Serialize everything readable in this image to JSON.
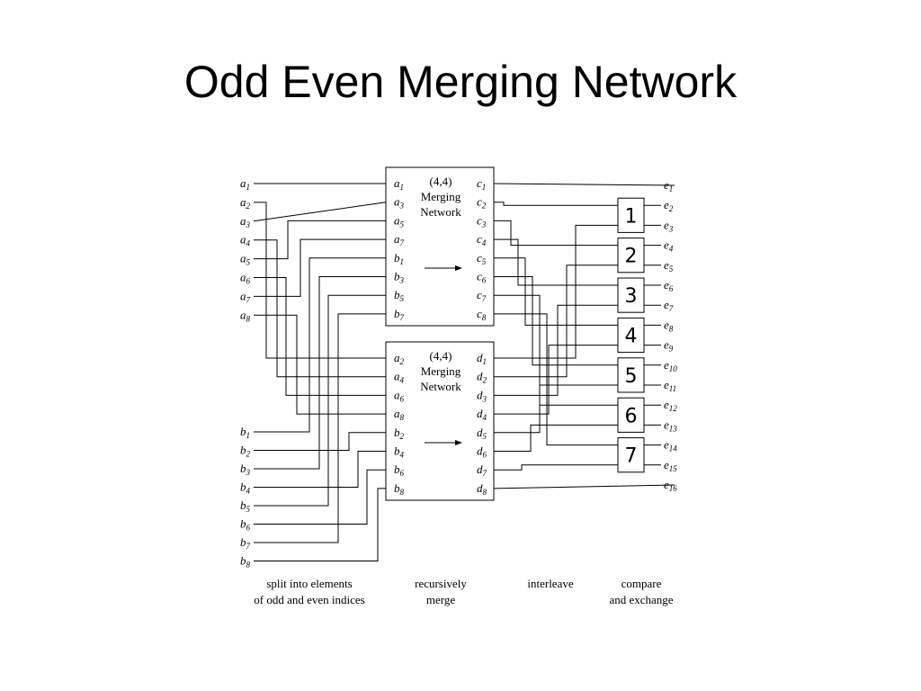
{
  "title": "Odd Even Merging Network",
  "inputs_a": [
    "1",
    "2",
    "3",
    "4",
    "5",
    "6",
    "7",
    "8"
  ],
  "inputs_b": [
    "1",
    "2",
    "3",
    "4",
    "5",
    "6",
    "7",
    "8"
  ],
  "upper_box": {
    "heading": "(4,4)",
    "line1": "Merging",
    "line2": "Network",
    "in_labels": [
      [
        "a",
        "1"
      ],
      [
        "a",
        "3"
      ],
      [
        "a",
        "5"
      ],
      [
        "a",
        "7"
      ],
      [
        "b",
        "1"
      ],
      [
        "b",
        "3"
      ],
      [
        "b",
        "5"
      ],
      [
        "b",
        "7"
      ]
    ],
    "out_labels": [
      [
        "c",
        "1"
      ],
      [
        "c",
        "2"
      ],
      [
        "c",
        "3"
      ],
      [
        "c",
        "4"
      ],
      [
        "c",
        "5"
      ],
      [
        "c",
        "6"
      ],
      [
        "c",
        "7"
      ],
      [
        "c",
        "8"
      ]
    ]
  },
  "lower_box": {
    "heading": "(4,4)",
    "line1": "Merging",
    "line2": "Network",
    "in_labels": [
      [
        "a",
        "2"
      ],
      [
        "a",
        "4"
      ],
      [
        "a",
        "6"
      ],
      [
        "a",
        "8"
      ],
      [
        "b",
        "2"
      ],
      [
        "b",
        "4"
      ],
      [
        "b",
        "6"
      ],
      [
        "b",
        "8"
      ]
    ],
    "out_labels": [
      [
        "d",
        "1"
      ],
      [
        "d",
        "2"
      ],
      [
        "d",
        "3"
      ],
      [
        "d",
        "4"
      ],
      [
        "d",
        "5"
      ],
      [
        "d",
        "6"
      ],
      [
        "d",
        "7"
      ],
      [
        "d",
        "8"
      ]
    ]
  },
  "outputs_e": [
    "1",
    "2",
    "3",
    "4",
    "5",
    "6",
    "7",
    "8",
    "9",
    "10",
    "11",
    "12",
    "13",
    "14",
    "15",
    "16"
  ],
  "comparators": [
    "1",
    "2",
    "3",
    "4",
    "5",
    "6",
    "7"
  ],
  "captions": {
    "split_1": "split into elements",
    "split_2": "of odd and even indices",
    "merge_1": "recursively",
    "merge_2": "merge",
    "interleave": "interleave",
    "compare_1": "compare",
    "compare_2": "and exchange"
  }
}
